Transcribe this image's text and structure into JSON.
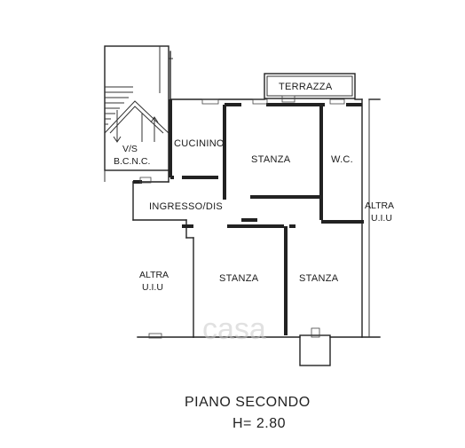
{
  "plan": {
    "floor_title": "PIANO SECONDO",
    "height_label": "H= 2.80",
    "watermark": "casa",
    "rooms": {
      "terrace": "TERRAZZA",
      "kitchenette": "CUCININO",
      "room_top": "STANZA",
      "wc": "W.C.",
      "entrance": "INGRESSO/DIS",
      "room_bottom_left": "STANZA",
      "room_bottom_right": "STANZA",
      "stair_line1": "V/S",
      "stair_line2": "B.C.N.C.",
      "other_unit_left_1": "ALTRA",
      "other_unit_left_2": "U.I.U",
      "other_unit_right_1": "ALTRA",
      "other_unit_right_2": "U.I.U"
    }
  }
}
